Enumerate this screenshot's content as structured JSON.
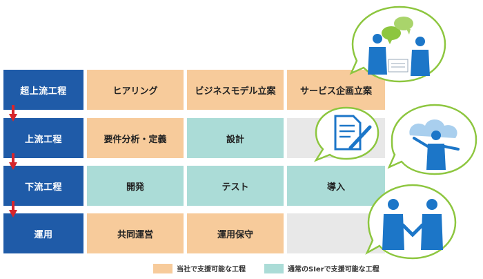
{
  "phases": [
    {
      "label": "超上流工程"
    },
    {
      "label": "上流工程"
    },
    {
      "label": "下流工程"
    },
    {
      "label": "運用"
    }
  ],
  "rows": [
    [
      "ヒアリング",
      "ビジネスモデル立案",
      "サービス企画立案"
    ],
    [
      "要件分析・定義",
      "設計",
      ""
    ],
    [
      "開発",
      "テスト",
      "導入"
    ],
    [
      "共同運営",
      "運用保守",
      ""
    ]
  ],
  "legend": {
    "company": "当社で支援可能な工程",
    "sier": "通常のSIerで支援可能な工程"
  },
  "colors": {
    "phase_blue": "#1f5ba8",
    "company_orange": "#f7cb9b",
    "sier_teal": "#abdcd7",
    "arrow_red": "#d7262c",
    "bubble_green": "#8dc63f",
    "person_blue": "#1c76c8"
  }
}
